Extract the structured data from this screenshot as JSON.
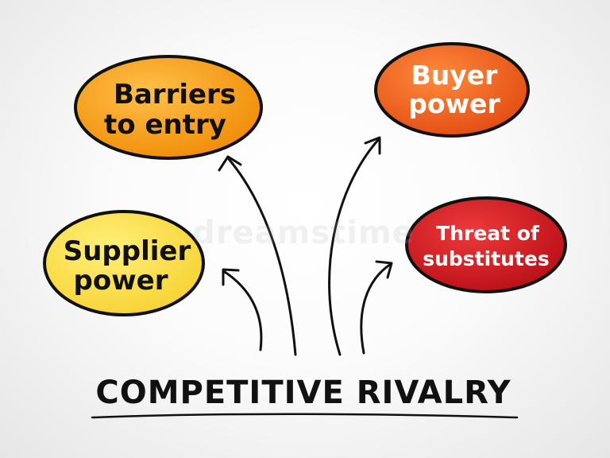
{
  "nodes": {
    "barriers": {
      "line1": "Barriers",
      "line2": "to entry",
      "fill": "#f9a11b"
    },
    "buyer": {
      "line1": "Buyer",
      "line2": "power",
      "fill": "#f0641e"
    },
    "supplier": {
      "line1": "Supplier",
      "line2": "power",
      "fill": "#fde25a"
    },
    "threat": {
      "line1": "Threat of",
      "line2": "substitutes",
      "fill": "#d01920"
    }
  },
  "center": {
    "title": "COMPETITIVE RIVALRY"
  },
  "watermark": {
    "text": "dreamstime"
  },
  "colors": {
    "outline": "#111111",
    "arrow": "#111111",
    "text_dark": "#111111",
    "text_light": "#ffffff"
  }
}
